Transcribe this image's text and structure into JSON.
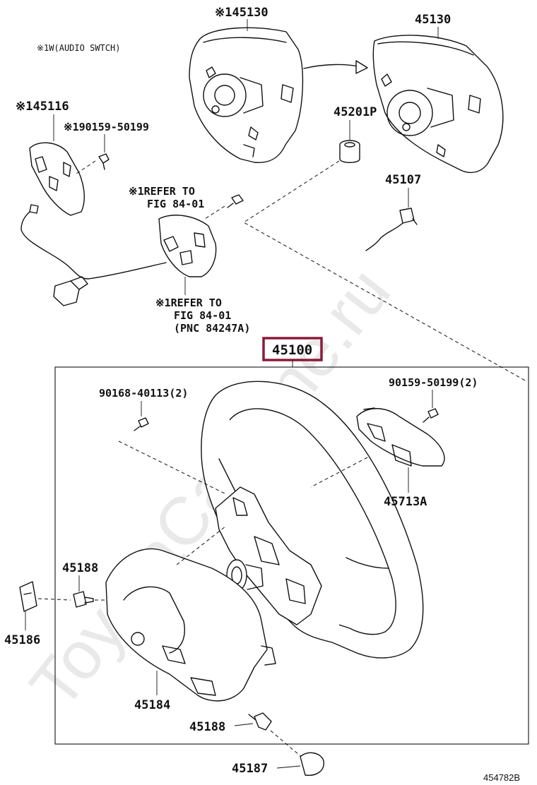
{
  "watermark": "ToyotaCarMine.ru",
  "figure_id": "454782B",
  "notes": {
    "w_audio": "※1W(AUDIO SWTCH)",
    "refer_top_1": "※1REFER TO",
    "refer_top_2": "FIG 84-01",
    "refer_bot_1": "※1REFER TO",
    "refer_bot_2": "FIG 84-01",
    "refer_bot_3": "(PNC 84247A)"
  },
  "labels": {
    "p45130_star": "※145130",
    "p45130": "45130",
    "p45116": "※145116",
    "p90159_star": "※190159-50199",
    "p45201P": "45201P",
    "p45107": "45107",
    "p45100": "45100",
    "p90168": "90168-40113(2)",
    "p90159_2": "90159-50199(2)",
    "p45713A": "45713A",
    "p45188_a": "45188",
    "p45186": "45186",
    "p45184": "45184",
    "p45188_b": "45188",
    "p45187": "45187"
  },
  "colors": {
    "highlight": "#8b1a3a",
    "ink": "#111111"
  }
}
